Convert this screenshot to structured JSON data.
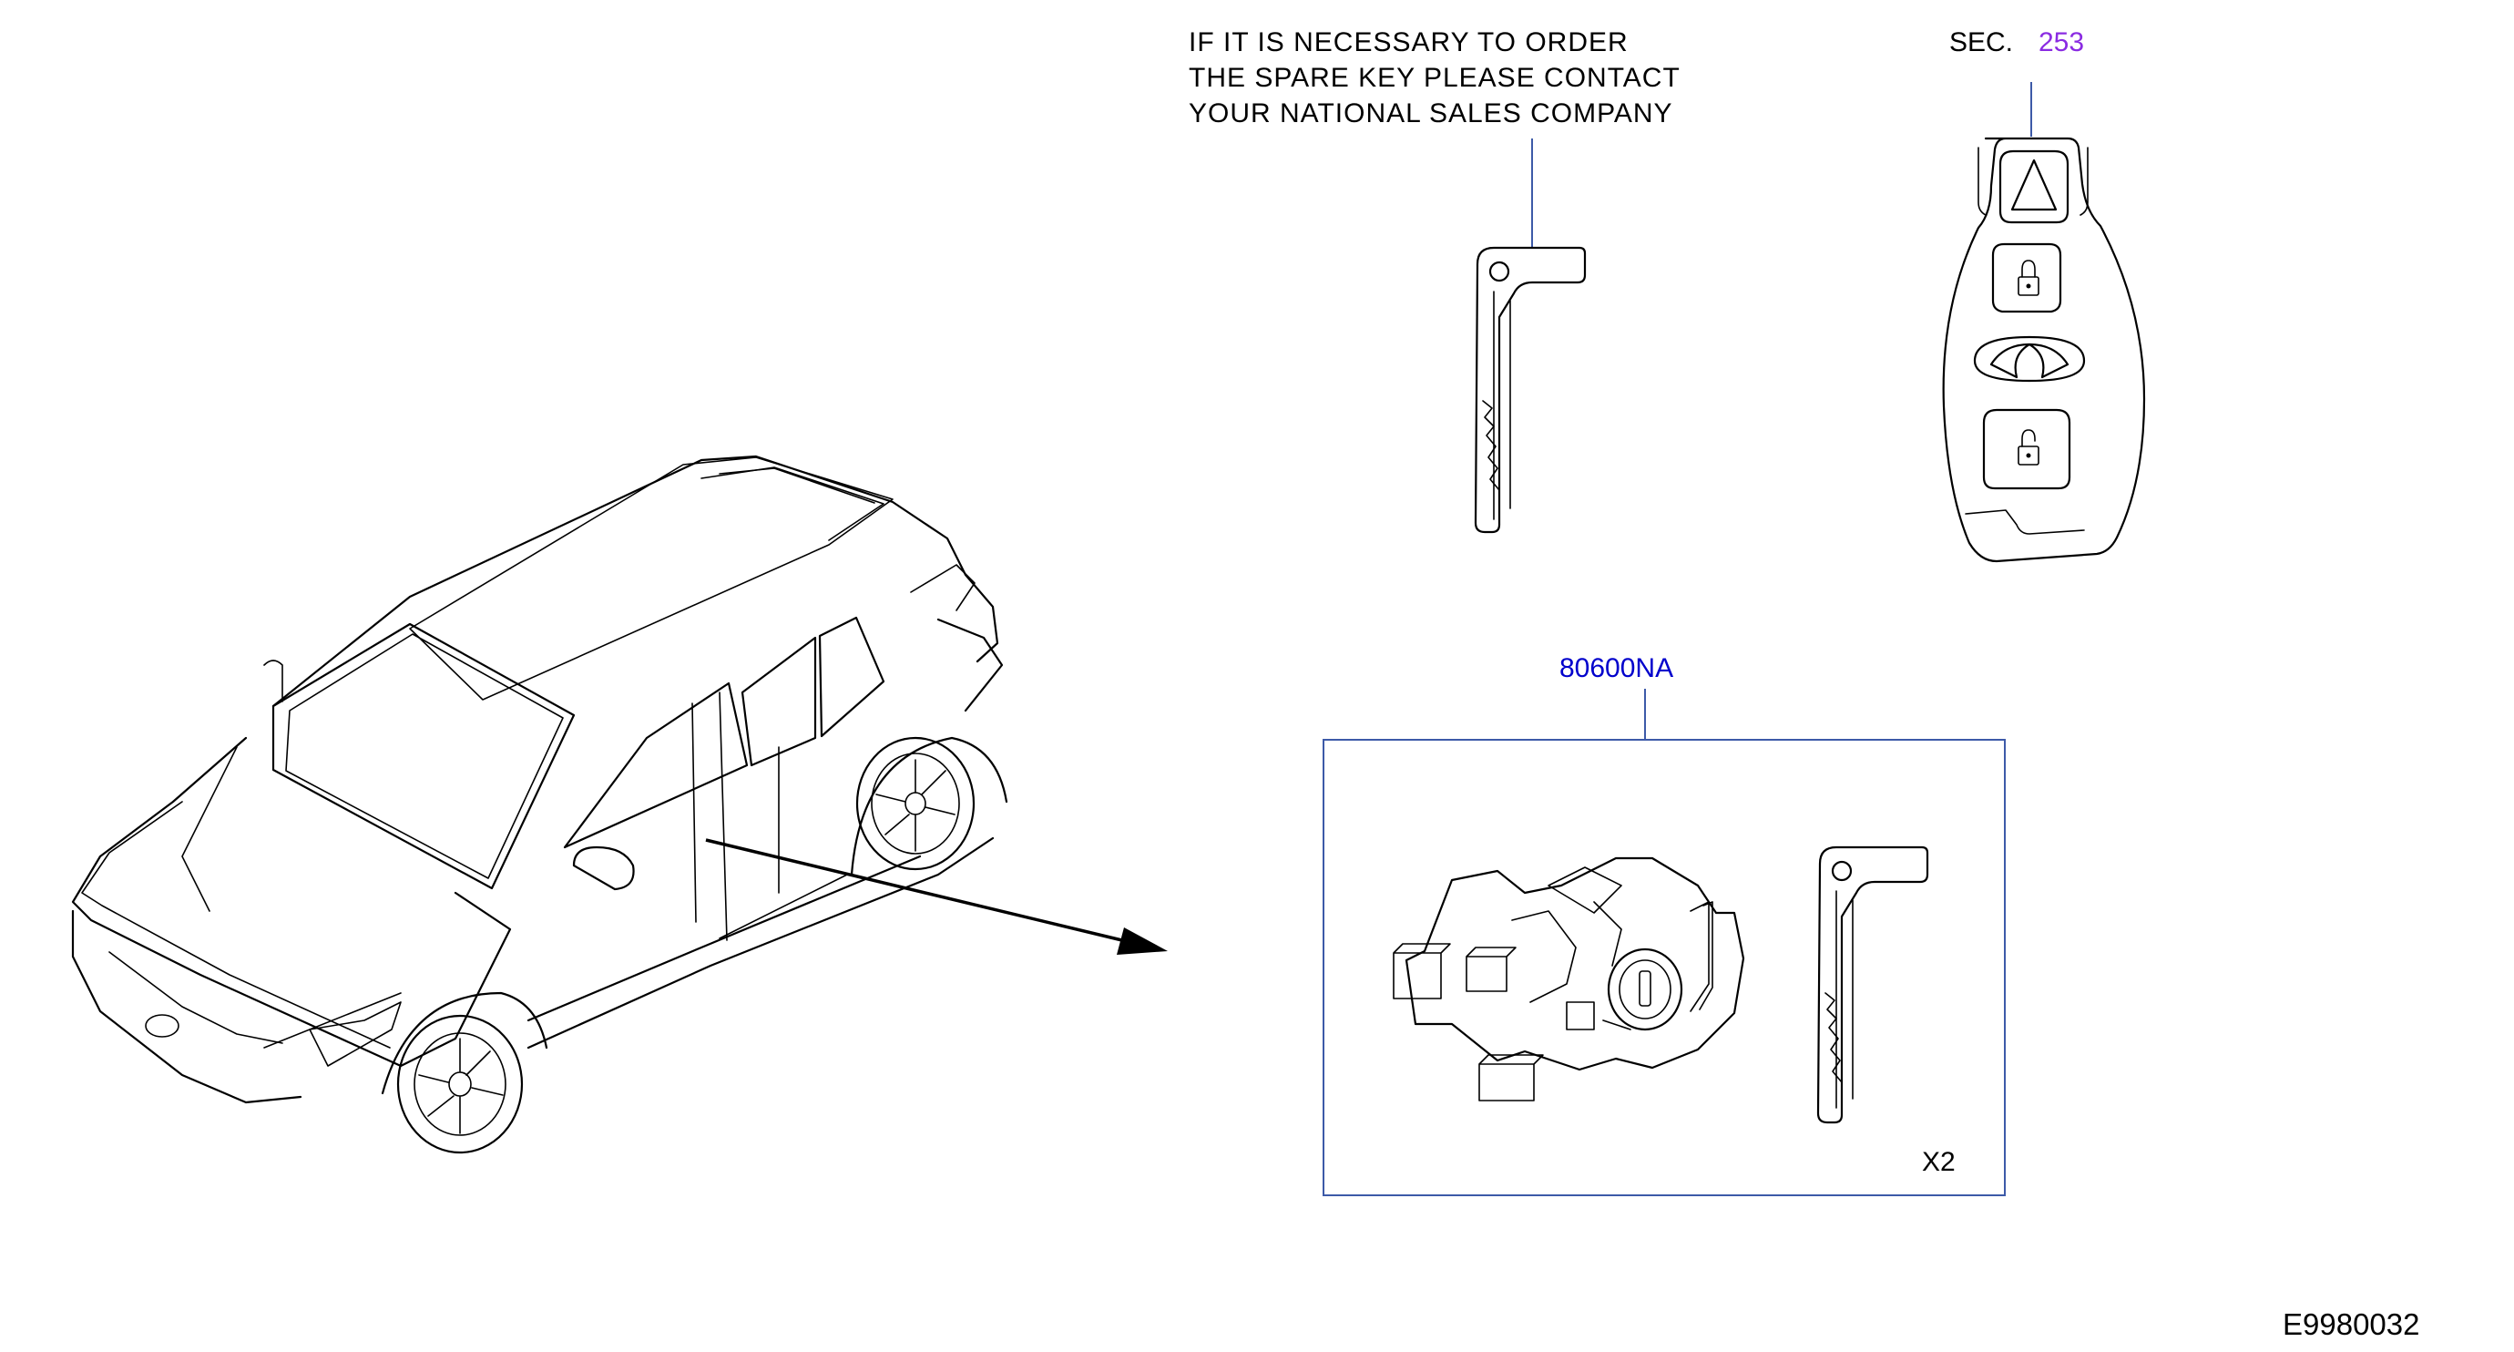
{
  "note": {
    "lines": [
      "IF  IT  IS  NECESSARY  TO  ORDER",
      "THE  SPARE  KEY  PLEASE  CONTACT",
      "YOUR  NATIONAL  SALES  COMPANY"
    ]
  },
  "section_ref": {
    "prefix": "SEC.",
    "number": "253",
    "color": "#8a2be2"
  },
  "part_number": {
    "text": "80600NA",
    "color": "#0000cc"
  },
  "quantity": {
    "text": "X2"
  },
  "diagram_id": {
    "text": "E9980032"
  },
  "colors": {
    "leader_line": "#3d5aa8",
    "kit_box": "#3d5aa8",
    "ink": "#000000"
  }
}
